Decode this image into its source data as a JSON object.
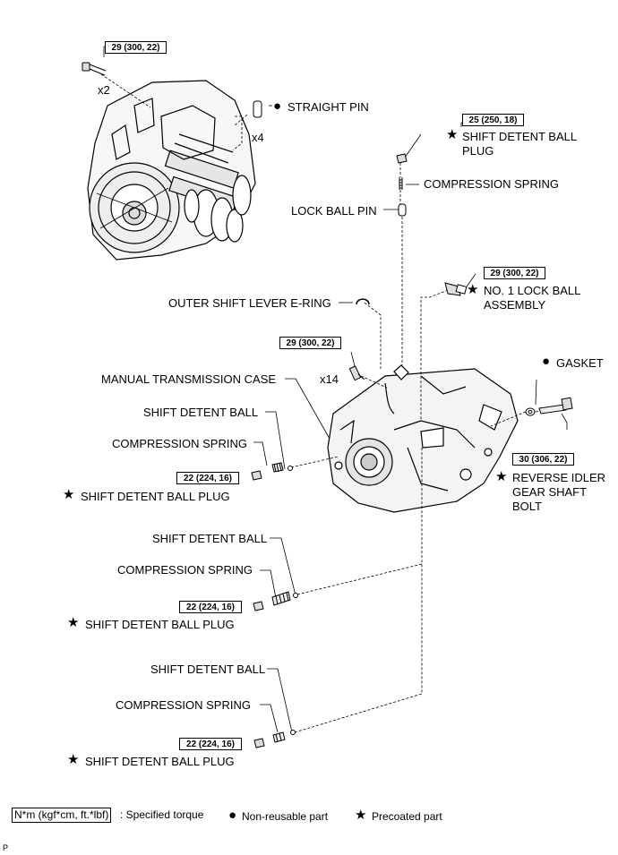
{
  "torques": {
    "top_bolt": "29 (300, 22)",
    "plug_top": "25 (250, 18)",
    "lock_ball": "29 (300, 22)",
    "case_bolt": "29 (300, 22)",
    "plug1": "22 (224, 16)",
    "reverse_idler": "30 (306, 22)",
    "plug2": "22 (224, 16)",
    "plug3": "22 (224, 16)"
  },
  "counts": {
    "x2": "x2",
    "x4": "x4",
    "x14": "x14"
  },
  "labels": {
    "straight_pin": "STRAIGHT PIN",
    "shift_detent_ball_plug_top_1": "SHIFT DETENT BALL",
    "shift_detent_ball_plug_top_2": "PLUG",
    "compression_spring_top": "COMPRESSION SPRING",
    "lock_ball_pin": "LOCK BALL PIN",
    "no1_lock_ball_1": "NO. 1 LOCK BALL",
    "no1_lock_ball_2": "ASSEMBLY",
    "outer_shift_lever_ering": "OUTER SHIFT LEVER E-RING",
    "manual_transmission_case": "MANUAL TRANSMISSION CASE",
    "gasket": "GASKET",
    "shift_detent_ball_1": "SHIFT DETENT BALL",
    "compression_spring_1": "COMPRESSION SPRING",
    "shift_detent_ball_plug_1": "SHIFT DETENT BALL PLUG",
    "reverse_idler_1": "REVERSE IDLER",
    "reverse_idler_2": "GEAR SHAFT",
    "reverse_idler_3": "BOLT",
    "shift_detent_ball_2": "SHIFT DETENT BALL",
    "compression_spring_2": "COMPRESSION SPRING",
    "shift_detent_ball_plug_2": "SHIFT DETENT BALL PLUG",
    "shift_detent_ball_3": "SHIFT DETENT BALL",
    "compression_spring_3": "COMPRESSION SPRING",
    "shift_detent_ball_plug_3": "SHIFT DETENT BALL PLUG"
  },
  "legend": {
    "torque_unit": "N*m (kgf*cm, ft.*lbf)",
    "torque_desc": ": Specified torque",
    "nonreusable": "Non-reusable part",
    "precoated": "Precoated part"
  },
  "symbols": {
    "nonreusable": "●",
    "precoated": "★"
  },
  "corner_mark": "P"
}
